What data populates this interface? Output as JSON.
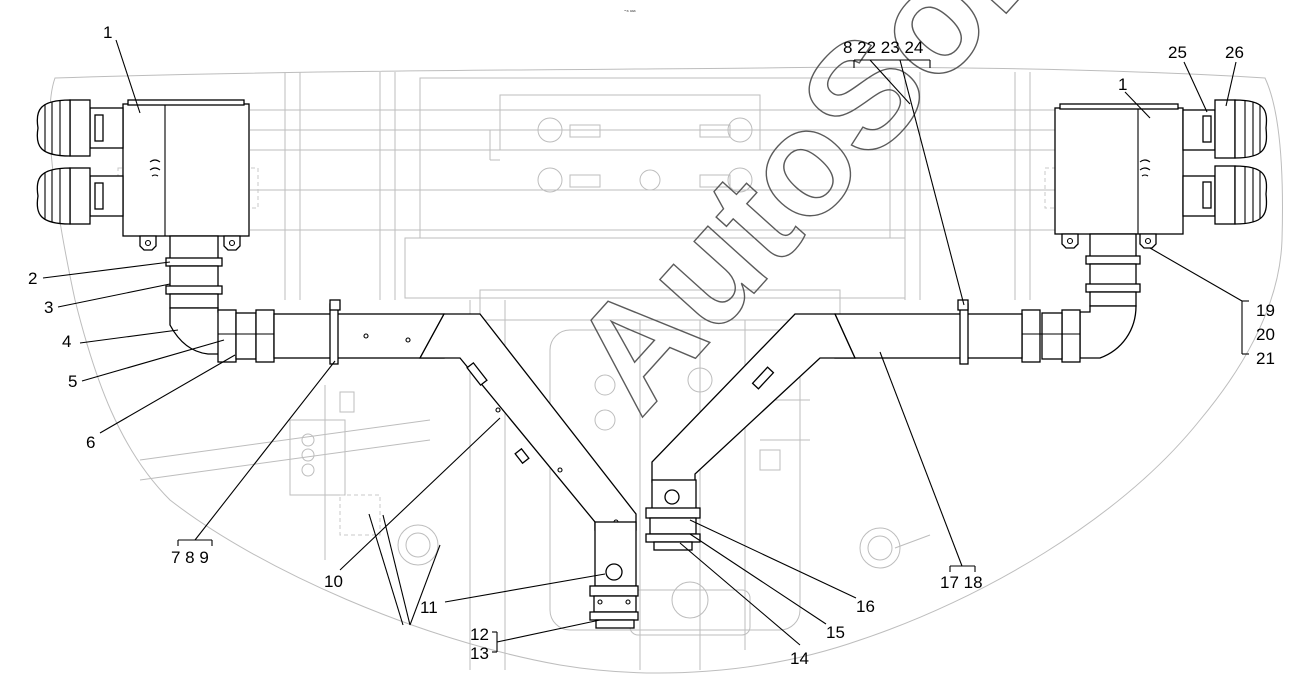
{
  "header_mark": "⁼ᵃ ᵃᵃᵃ",
  "watermark": "AutoSoft",
  "callouts": {
    "c1_left": "1",
    "c1_right": "1",
    "c2": "2",
    "c3": "3",
    "c4": "4",
    "c5": "5",
    "c6": "6",
    "c789": "7 8 9",
    "c10": "10",
    "c11": "11",
    "c12": "12",
    "c13": "13",
    "c14": "14",
    "c15": "15",
    "c16": "16",
    "c1718": "17 18",
    "c19": "19",
    "c20": "20",
    "c21": "21",
    "c8_24": "8 22 23 24",
    "c25": "25",
    "c26": "26"
  }
}
